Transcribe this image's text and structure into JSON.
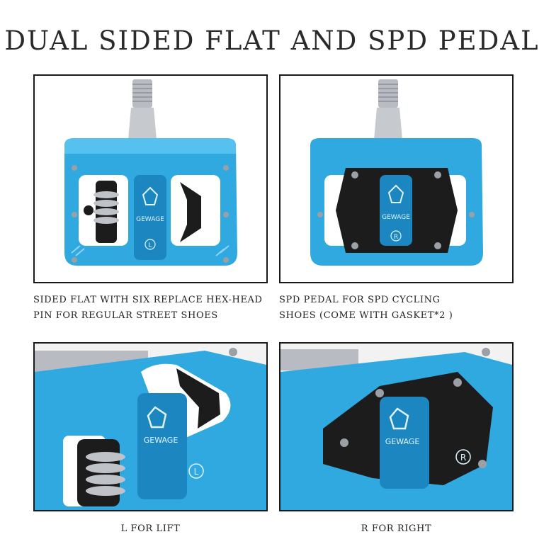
{
  "header": {
    "title": "DUAL SIDED FLAT AND SPD PEDAL"
  },
  "panels": [
    {
      "caption_line1": "SIDED FLAT WITH SIX REPLACE HEX-HEAD",
      "caption_line2": "PIN FOR REGULAR STREET SHOES",
      "brand": "GEWAGE",
      "side_mark": "L"
    },
    {
      "caption_line1": "SPD PEDAL FOR SPD CYCLING",
      "caption_line2": "SHOES (COME WITH GASKET*2 )",
      "brand": "GEWAGE",
      "side_mark": "R"
    },
    {
      "caption": "L FOR LIFT",
      "brand": "GEWAGE",
      "side_mark": "L"
    },
    {
      "caption": "R FOR RIGHT",
      "brand": "GEWAGE",
      "side_mark": "R"
    }
  ],
  "colors": {
    "pedal_blue": "#2fa9e0",
    "pedal_dark": "#1b86c0",
    "axle_silver": "#b8bcc2",
    "clip_black": "#1c1c1c",
    "border": "#1a1a1a"
  }
}
